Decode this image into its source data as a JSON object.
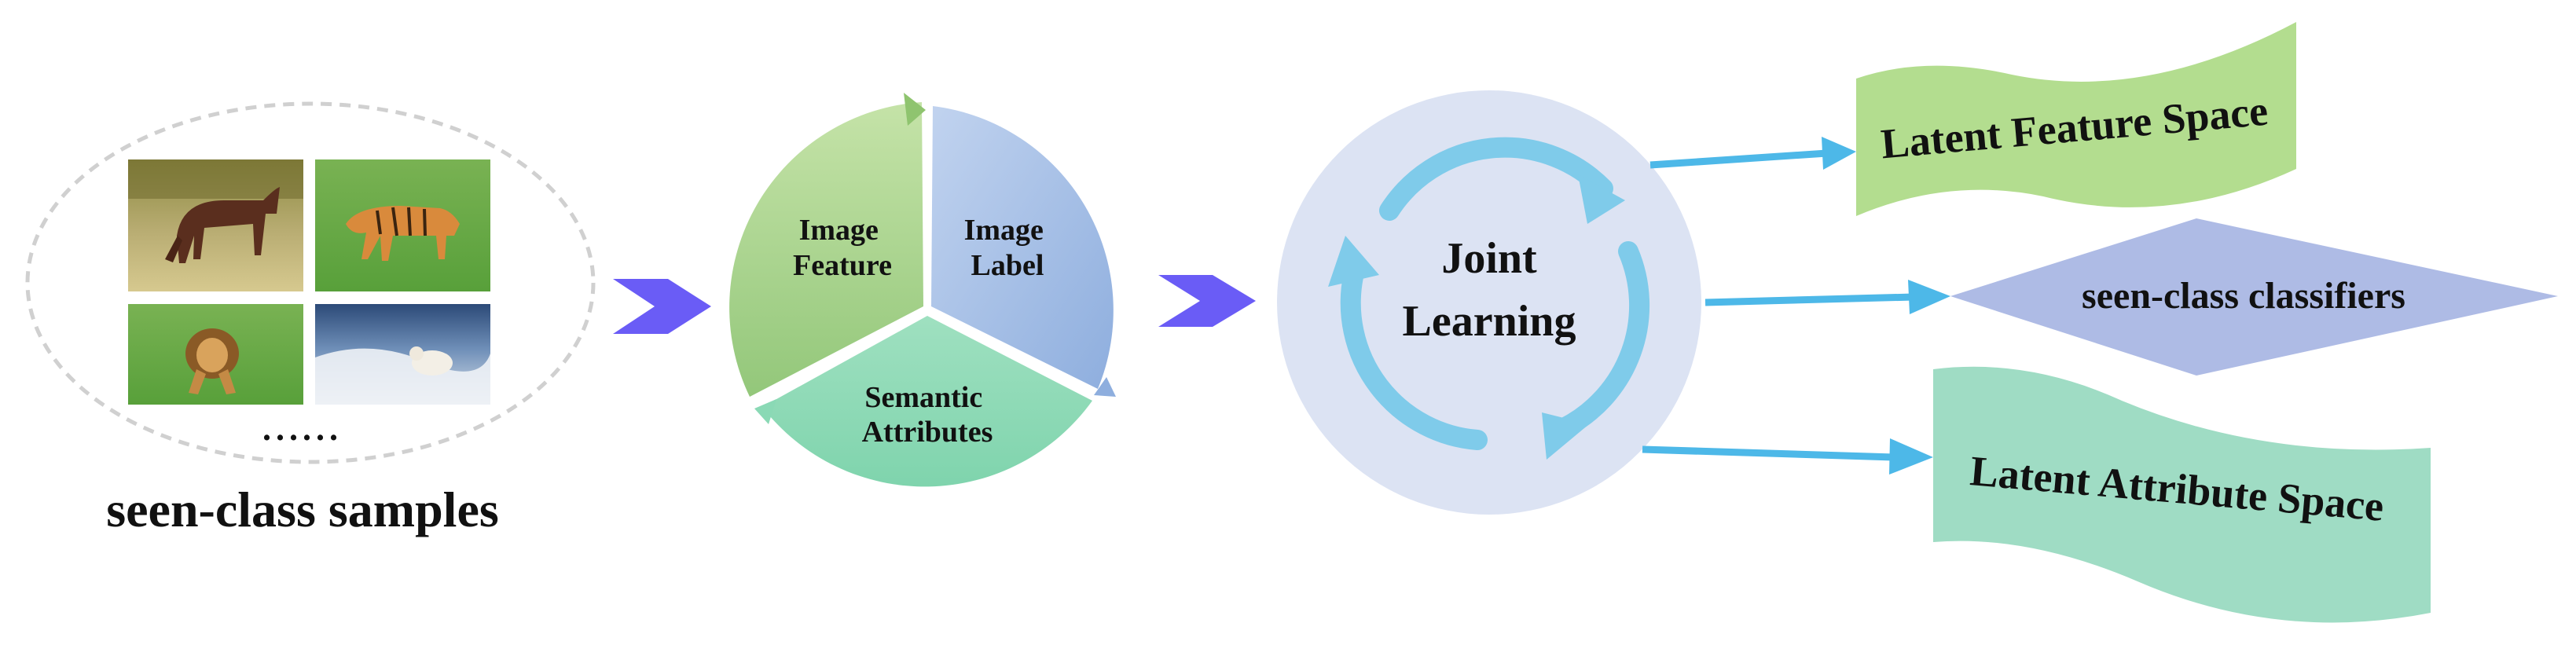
{
  "samples": {
    "ellipsis": "......",
    "caption": "seen-class samples",
    "thumbnails": [
      "horse-photo",
      "tiger-photo",
      "lion-photo",
      "animal-in-snow-photo"
    ]
  },
  "cycle": {
    "image_feature": [
      "Image",
      "Feature"
    ],
    "image_label": [
      "Image",
      "Label"
    ],
    "semantic_attributes": [
      "Semantic",
      "Attributes"
    ]
  },
  "joint": {
    "line1": "Joint",
    "line2": "Learning"
  },
  "outputs": {
    "latent_feature": "Latent Feature Space",
    "classifiers": "seen-class classifiers",
    "latent_attribute": "Latent Attribute Space"
  },
  "colors": {
    "chevron": "#6a5cf6",
    "connector": "#4db8e8",
    "feature_green": "#afd88e",
    "label_blue": "#a4bee6",
    "attribute_green": "#8fdcb8",
    "joint_bg": "#dce3f3",
    "cycle_arrows": "#7fcbea",
    "latent_feature_bg": "#b3dd8f",
    "classifier_bg": "#aebbe5",
    "latent_attribute_bg": "#9fdcc4"
  }
}
